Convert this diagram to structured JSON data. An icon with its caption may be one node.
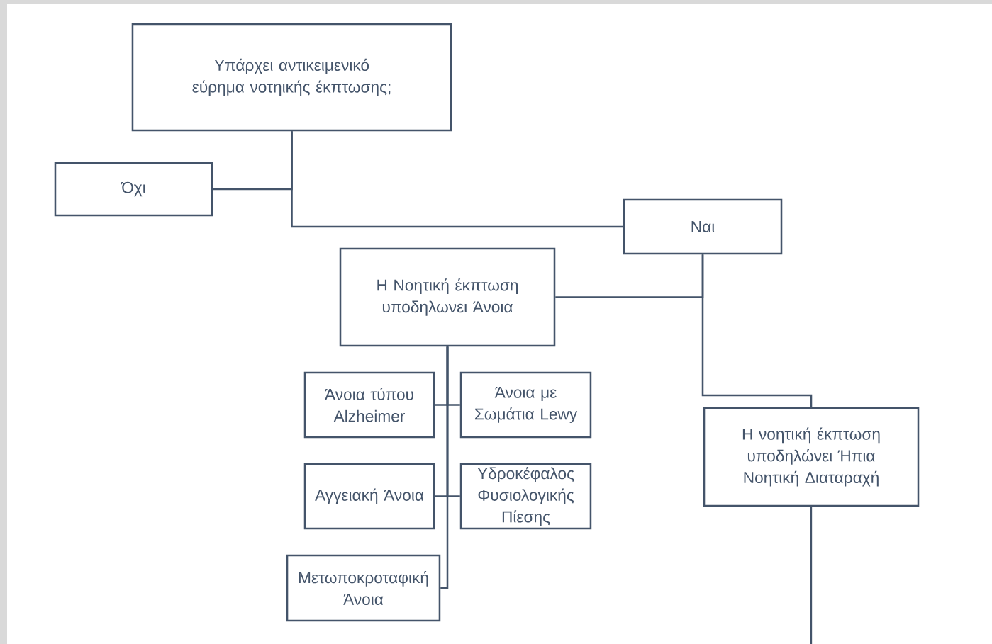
{
  "diagram": {
    "nodes": [
      {
        "text": [
          "Υπάρχει αντικειμενικό εύρημα νοτηικής έκπτωσης;"
        ]
      },
      {
        "text": [
          "Όχι"
        ]
      },
      {
        "text": [
          "Ναι"
        ]
      },
      {
        "text": [
          "Η Νοητική έκπτωση υποδηλωνει Άνοια"
        ]
      },
      {
        "text": [
          "Άνοια τύπου Alzheimer"
        ]
      },
      {
        "text": [
          "Άνοια με Σωμάτια Lewy"
        ]
      },
      {
        "text": [
          "Αγγειακή Άνοια"
        ]
      },
      {
        "text": [
          "Υδροκέφαλος Φυσιολογικής Πίεσης"
        ]
      },
      {
        "text": [
          "Μετωποκροταφική Άνοια"
        ]
      },
      {
        "text": [
          "Η νοητική έκπτωση υποδηλώνει Ήπια Νοητική Διαταραχή"
        ]
      }
    ],
    "edges": [
      {
        "from": 0,
        "to": 1,
        "arrow": "none"
      },
      {
        "from": 0,
        "to": 2,
        "arrow": "none"
      },
      {
        "from": 2,
        "to": 3,
        "arrow": "none"
      },
      {
        "from": 2,
        "to": 9,
        "arrow": "none"
      },
      {
        "from": 3,
        "to": 4,
        "arrow": "none"
      },
      {
        "from": 3,
        "to": 5,
        "arrow": "none"
      },
      {
        "from": 3,
        "to": 6,
        "arrow": "none"
      },
      {
        "from": 3,
        "to": 7,
        "arrow": "none"
      },
      {
        "from": 3,
        "to": 8,
        "arrow": "none"
      },
      {
        "from": 9,
        "to": null,
        "arrow": "none"
      }
    ]
  }
}
